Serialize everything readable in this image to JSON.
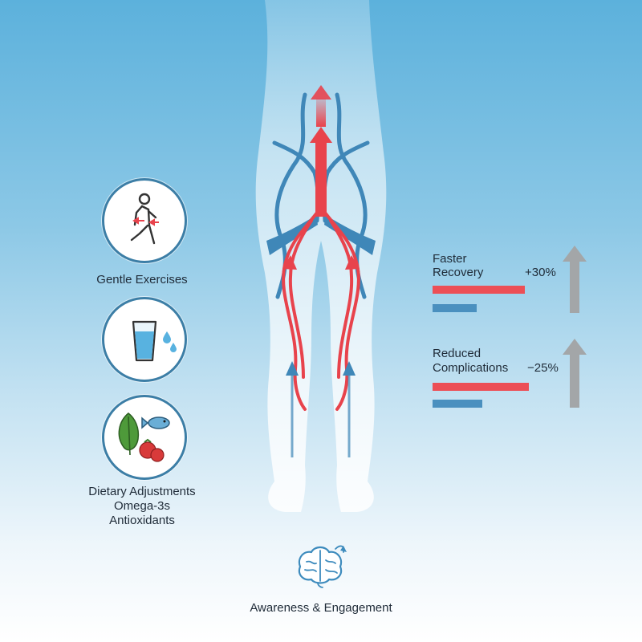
{
  "interventions": [
    {
      "label": "Gentle Exercises",
      "icon": "walking-person-icon"
    },
    {
      "label": "",
      "icon": "water-glass-icon"
    },
    {
      "label_lines": [
        "Dietary Adjustments",
        "Omega-3s",
        "Antioxidants"
      ],
      "icon": "food-icon"
    }
  ],
  "outcomes": [
    {
      "label_line1": "Faster",
      "label_line2": "Recovery",
      "change": "+30%",
      "red_fraction": 1.0,
      "blue_fraction": 0.48
    },
    {
      "label_line1": "Reduced",
      "label_line2": "Complications",
      "change": "−25%",
      "red_fraction": 1.0,
      "blue_fraction": 0.52
    }
  ],
  "footer": {
    "label": "Awareness & Engagement",
    "icon": "brain-icon"
  },
  "colors": {
    "arterial": "#e8434c",
    "venous": "#3f87b8",
    "circle_border": "#3c7ea6",
    "arrow_gray": "#a3a6a8"
  }
}
